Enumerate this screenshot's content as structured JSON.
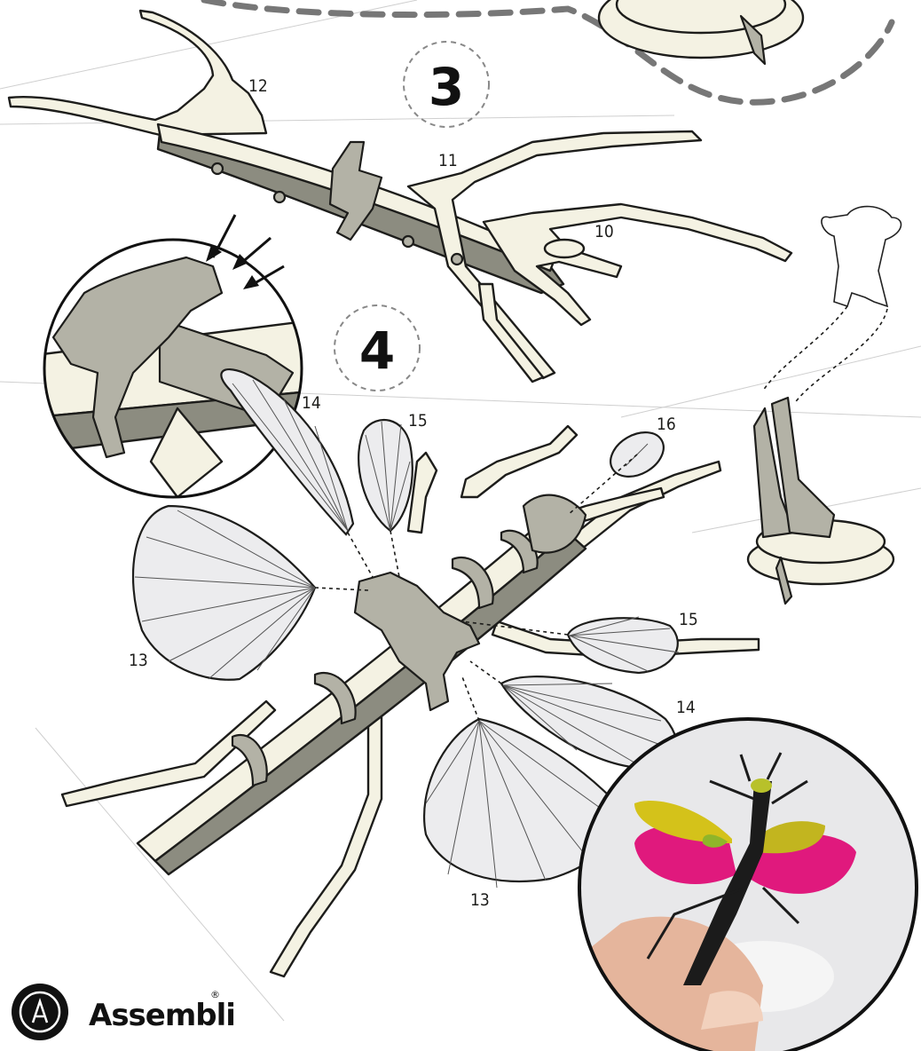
{
  "steps": [
    "3",
    "4"
  ],
  "part_numbers": {
    "p12": "12",
    "p11": "11",
    "p10": "10",
    "p14a": "14",
    "p15a": "15",
    "p16": "16",
    "p15b": "15",
    "p13a": "13",
    "p14b": "14",
    "p13b": "13"
  },
  "brand": {
    "name": "Assembli",
    "mark": "®"
  },
  "icons": [
    "arrow-icon",
    "assembli-logo-icon"
  ],
  "colors": {
    "wood": "#f4f2e3",
    "wood_dark": "#8c8c80",
    "wing": "#ececee",
    "photo_pink": "#e0197d",
    "photo_yellow": "#d4c21a",
    "photo_green": "#8fb52a"
  }
}
